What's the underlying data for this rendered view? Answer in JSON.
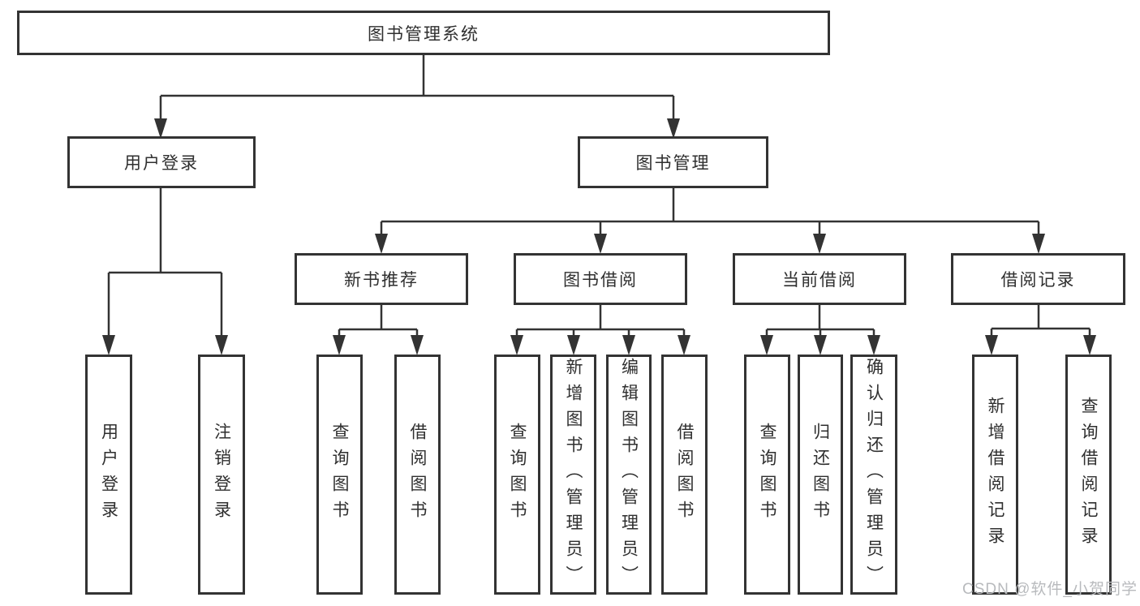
{
  "diagram": {
    "root": {
      "label": "图书管理系统"
    },
    "level2": {
      "user_login": {
        "label": "用户登录"
      },
      "book_mgmt": {
        "label": "图书管理"
      }
    },
    "level3": {
      "new_book": {
        "label": "新书推荐"
      },
      "book_borrow": {
        "label": "图书借阅"
      },
      "current_borrow": {
        "label": "当前借阅"
      },
      "borrow_record": {
        "label": "借阅记录"
      }
    },
    "leaves": {
      "user_login": {
        "label": "用户登录"
      },
      "logout": {
        "label": "注销登录"
      },
      "nb_query_book": {
        "label": "查询图书"
      },
      "nb_borrow_book": {
        "label": "借阅图书"
      },
      "bb_query_book": {
        "label": "查询图书"
      },
      "bb_add_book": {
        "label": "新增图书（管理员）"
      },
      "bb_edit_book": {
        "label": "编辑图书（管理员）"
      },
      "bb_borrow_book": {
        "label": "借阅图书"
      },
      "cb_query_book": {
        "label": "查询图书"
      },
      "cb_return_book": {
        "label": "归还图书"
      },
      "cb_confirm_return": {
        "label": "确认归还（管理员）"
      },
      "br_add_record": {
        "label": "新增借阅记录"
      },
      "br_query_record": {
        "label": "查询借阅记录"
      }
    }
  },
  "watermark": {
    "text": "CSDN @软件_小贺同学"
  },
  "colors": {
    "line": "#333333",
    "text": "#2f2f2f",
    "background": "#ffffff",
    "watermark_text": "#b8babd"
  }
}
